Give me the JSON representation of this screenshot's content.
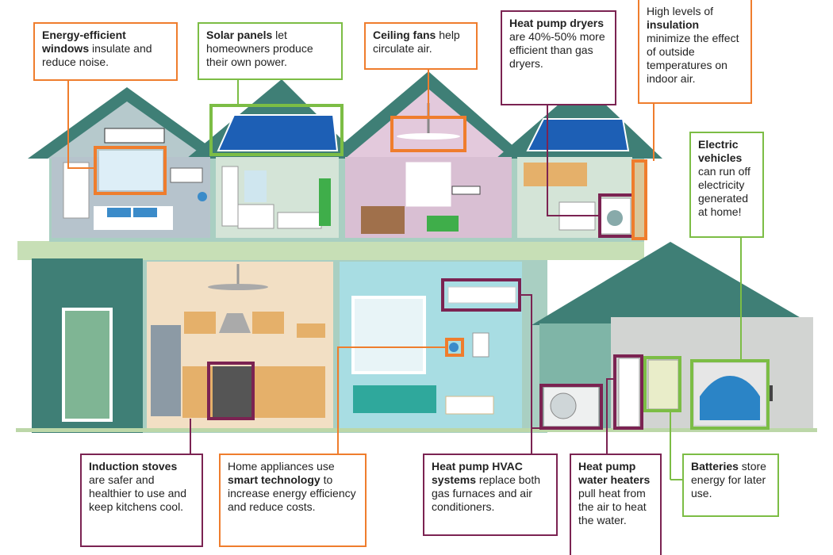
{
  "colors": {
    "orange": "#ef7d2d",
    "green": "#7cbd45",
    "purple": "#7b2352",
    "roof": "#3f7f76",
    "wall": "#a9cfc2"
  },
  "callouts": {
    "windows": {
      "bold": "Energy-efficient windows",
      "text": " insulate and reduce noise."
    },
    "solar": {
      "bold": "Solar panels",
      "text": " let homeowners produce their own power."
    },
    "fans": {
      "bold": "Ceiling fans",
      "text": " help circulate air."
    },
    "dryers": {
      "bold": "Heat pump dryers",
      "text": " are 40%-50% more efficient than gas dryers."
    },
    "insulation": {
      "pre": "High levels of ",
      "bold": "insulation",
      "text": " minimize the effect of outside temperatures on indoor air."
    },
    "ev": {
      "bold": "Electric vehicles",
      "text": " can run off electricity generated at home!"
    },
    "stoves": {
      "bold": "Induction stoves",
      "text": " are safer and healthier to use and keep kitchens cool."
    },
    "smart": {
      "pre": "Home appliances use ",
      "bold": "smart technology",
      "text": " to increase energy efficiency and reduce costs."
    },
    "hvac": {
      "bold": "Heat pump HVAC systems",
      "text": " replace both gas furnaces and air conditioners."
    },
    "water": {
      "bold": "Heat pump water heaters",
      "text": " pull heat from the air to heat the water."
    },
    "batteries": {
      "bold": "Batteries",
      "text": " store energy for later use."
    }
  }
}
